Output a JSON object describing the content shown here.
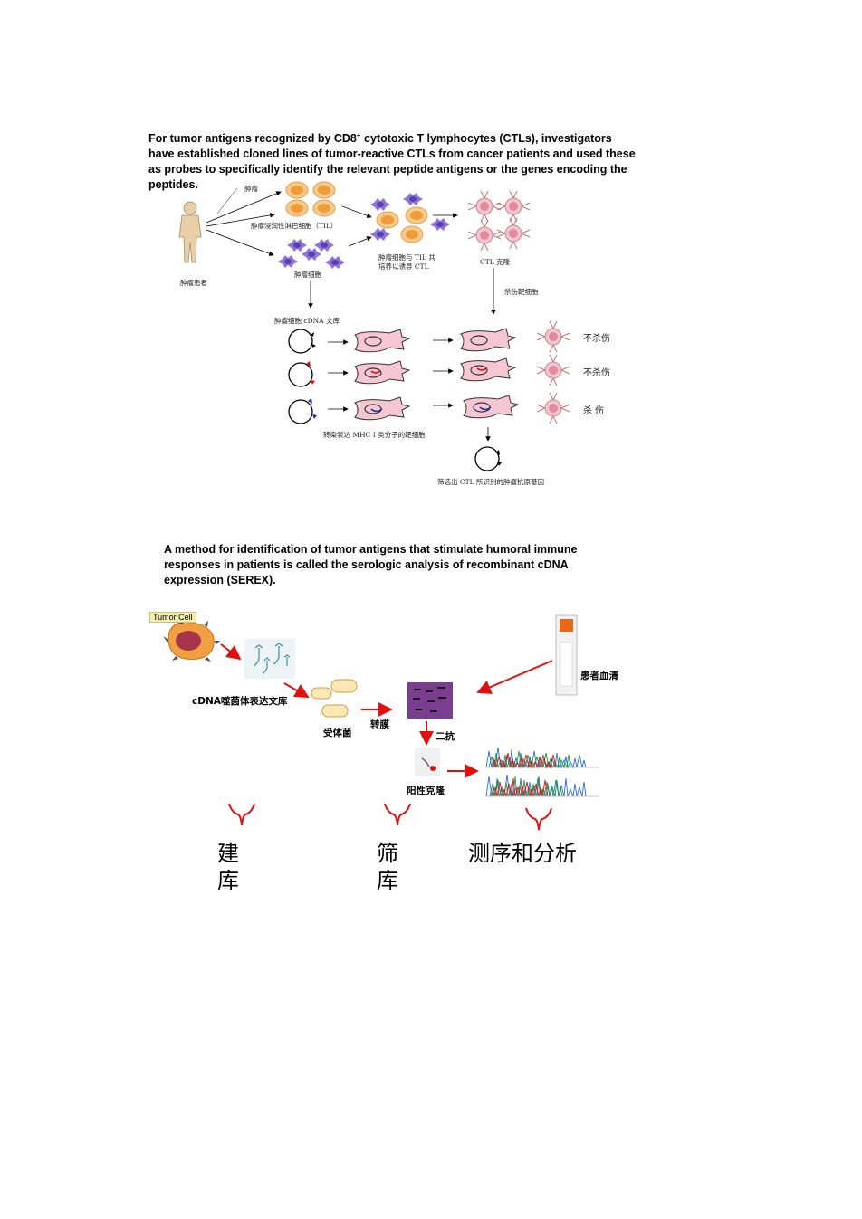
{
  "paragraph1": {
    "pre": "For tumor antigens recognized by CD8",
    "sup": "+",
    "post": " cytotoxic T lymphocytes (CTLs), investigators have established cloned lines of tumor-reactive CTLs from cancer patients and used these as probes to specifically identify the relevant peptide antigens or the genes encoding the peptides."
  },
  "paragraph2": "A method for identification of tumor antigens that stimulate humoral immune responses in patients is called the serologic analysis of recombinant cDNA expression (SEREX).",
  "diagram1": {
    "labels": {
      "tumor": "肿瘤",
      "til": "肿瘤浸润性淋巴细胞（TIL）",
      "tumor_cells": "肿瘤细胞",
      "patient": "肿瘤患者",
      "coculture_1": "肿瘤细胞与 TIL 共",
      "coculture_2": "培养以诱导 CTL",
      "ctl_clone": "CTL 克隆",
      "kill_target": "杀伤靶细胞",
      "cdna_library": "肿瘤细胞 cDNA 文库",
      "transfect": "转染表达 MHC I 类分子的靶细胞",
      "screen": "筛选出 CTL 所识别的肿瘤抗原基因"
    },
    "results": [
      "不杀伤",
      "不杀伤",
      "杀 伤"
    ]
  },
  "diagram2": {
    "tumor_cell": "Tumor Cell",
    "phage_library": "cDNA噬菌体表达文库",
    "recipient": "受体菌",
    "transfer": "转膜",
    "serum": "患者血清",
    "secondary": "二抗",
    "positive_clone": "阳性克隆",
    "steps": [
      {
        "line1": "建",
        "line2": "库"
      },
      {
        "line1": "筛",
        "line2": "库"
      },
      {
        "line1": "测序和分析",
        "line2": ""
      }
    ]
  },
  "colors": {
    "arrow_red": "#e01010",
    "blot_purple": "#7a3e8f",
    "tumor_orange": "#f0a040",
    "cell_pink": "#f3c6cf"
  }
}
